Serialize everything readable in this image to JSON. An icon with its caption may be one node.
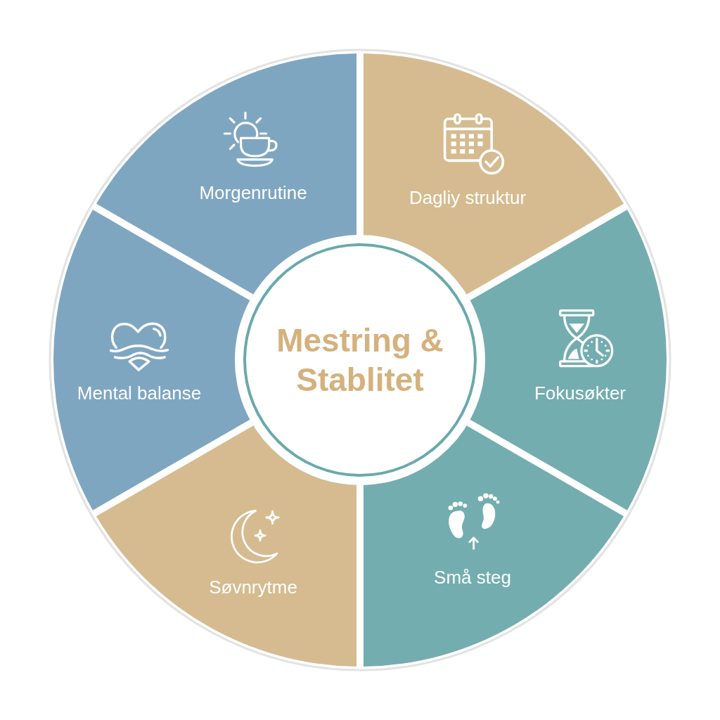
{
  "diagram": {
    "nodes": [
      {
        "text": [
          "Mestring & Stablitet"
        ]
      },
      {
        "text": [
          "Morgenrutine"
        ]
      },
      {
        "text": [
          "Dagliy struktur"
        ]
      },
      {
        "text": [
          "Fokusøkter"
        ]
      },
      {
        "text": [
          "Små steg"
        ]
      },
      {
        "text": [
          "Søvnrytme"
        ]
      },
      {
        "text": [
          "Mental balanse"
        ]
      }
    ]
  }
}
